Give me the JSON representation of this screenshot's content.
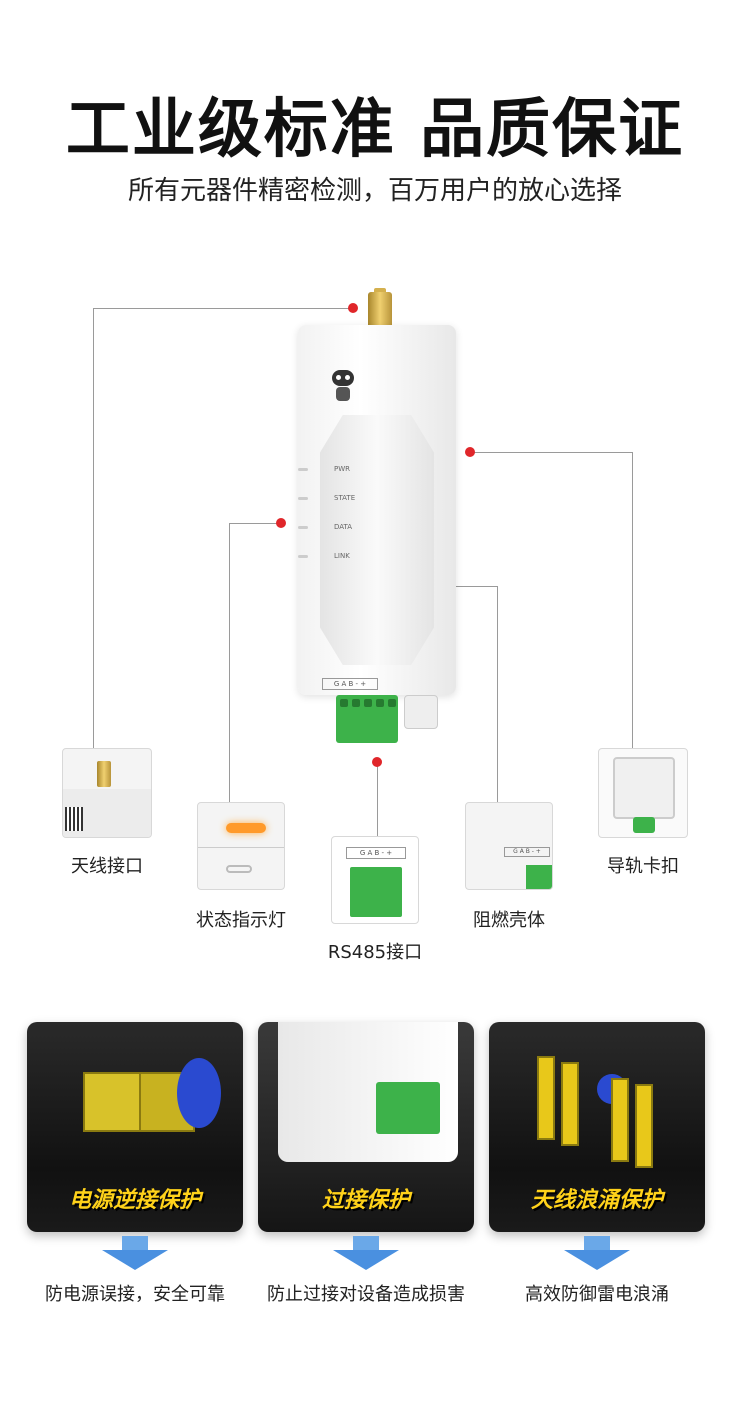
{
  "header": {
    "title": "工业级标准 品质保证",
    "subtitle": "所有元器件精密检测，百万用户的放心选择"
  },
  "device": {
    "led_labels": [
      "PWR",
      "STATE",
      "DATA",
      "LINK"
    ],
    "terminal_strip": "G A B - +"
  },
  "callouts": [
    {
      "label": "天线接口"
    },
    {
      "label": "状态指示灯"
    },
    {
      "label": "RS485接口"
    },
    {
      "label": "阻燃壳体"
    },
    {
      "label": "导轨卡扣"
    }
  ],
  "features": [
    {
      "title": "电源逆接保护",
      "caption": "防电源误接，安全可靠"
    },
    {
      "title": "过接保护",
      "caption": "防止过接对设备造成损害"
    },
    {
      "title": "天线浪涌保护",
      "caption": "高效防御雷电浪涌"
    }
  ],
  "colors": {
    "accent_dot": "#e0262a",
    "feature_label": "#ffd21a",
    "arrow": "#4a90e0",
    "terminal_green": "#3db24a"
  }
}
